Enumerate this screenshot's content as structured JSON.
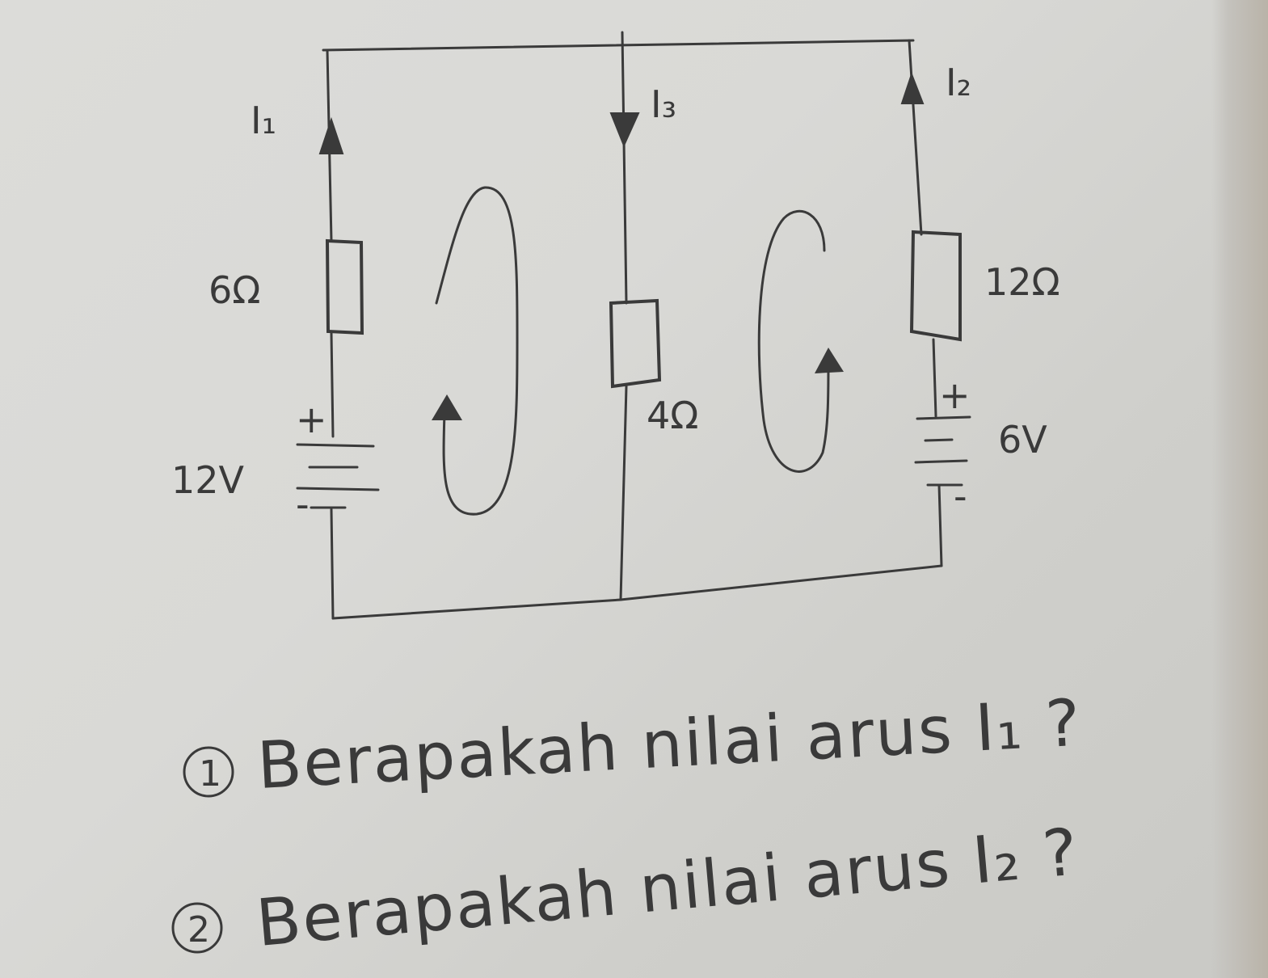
{
  "labels": {
    "i1": "I₁",
    "i3": "I₃",
    "i2": "I₂",
    "r_left": "6Ω",
    "r_mid": "4Ω",
    "r_right": "12Ω",
    "v_left": "12V",
    "v_right": "6V",
    "plus": "+",
    "minus": "-"
  },
  "questions": [
    {
      "num": "1",
      "text": "Berapakah nilai arus I₁ ?"
    },
    {
      "num": "2",
      "text": "Berapakah nilai arus I₂ ?"
    }
  ],
  "colors": {
    "ink": "#3a3a3a",
    "paper": "#d9d9d6"
  }
}
